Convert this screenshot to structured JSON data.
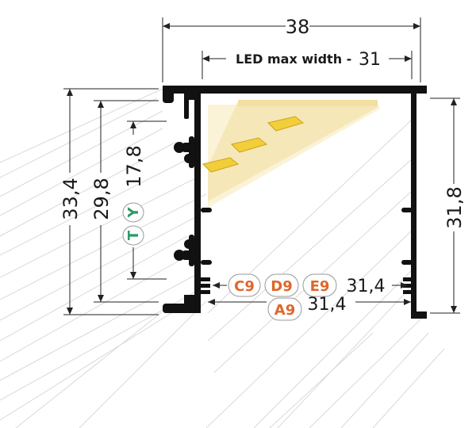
{
  "dimensions": {
    "overall_width": "38",
    "led_max_width_label": "LED max width -",
    "led_max_width_value": "31",
    "left_outer_height": "33,4",
    "left_inner_height": "29,8",
    "groove_height": "17,8",
    "right_height": "31,8",
    "slot_width_upper": "31,4",
    "slot_width_lower": "31,4"
  },
  "badges": {
    "t": "T",
    "y": "Y",
    "c9": "C9",
    "d9": "D9",
    "e9": "E9",
    "a9": "A9"
  },
  "colors": {
    "profile": "#111111",
    "badge_orange": "#e0662a",
    "badge_green": "#2f9a6a",
    "led_chip": "#f2cf3a",
    "light_glow": "#fbf2d5",
    "extrusion_lines": "#d9d9d9"
  }
}
